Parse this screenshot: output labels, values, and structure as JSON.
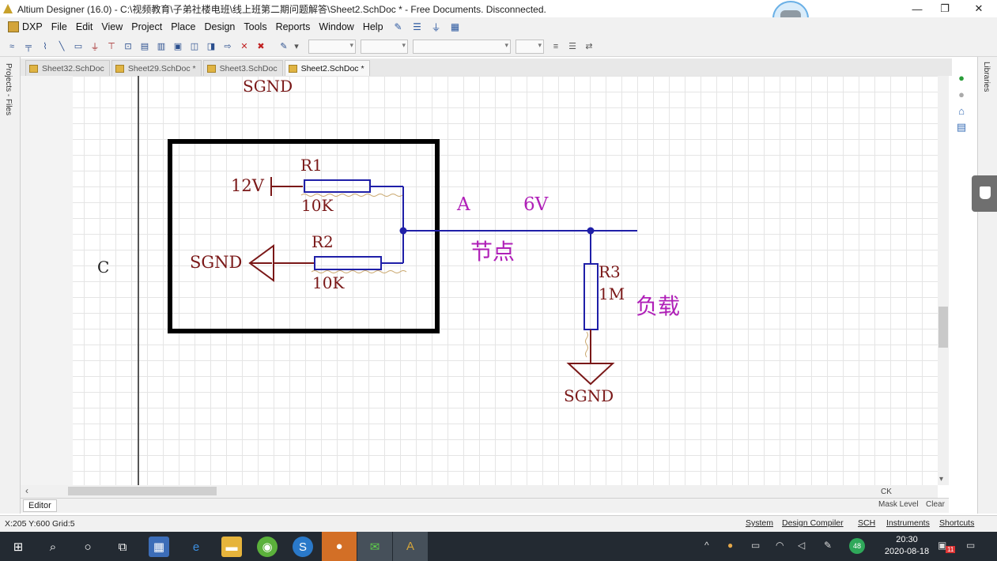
{
  "window": {
    "title": "Altium Designer (16.0) - C:\\视频教育\\子弟社楼电班\\线上班第二期问题解答\\Sheet2.SchDoc * - Free Documents. Disconnected.",
    "minimize": "—",
    "maximize": "❐",
    "close": "✕"
  },
  "menu": {
    "items": [
      "DXP",
      "File",
      "Edit",
      "View",
      "Project",
      "Place",
      "Design",
      "Tools",
      "Reports",
      "Window",
      "Help"
    ]
  },
  "left_panel": {
    "label": "Projects - Files"
  },
  "right_panel": {
    "label": "Libraries"
  },
  "tabs": [
    {
      "label": "Sheet32.SchDoc",
      "active": false
    },
    {
      "label": "Sheet29.SchDoc *",
      "active": false
    },
    {
      "label": "Sheet3.SchDoc",
      "active": false
    },
    {
      "label": "Sheet2.SchDoc *",
      "active": true
    }
  ],
  "schematic": {
    "zone_label": "C",
    "top_net_label": "SGND",
    "r1": {
      "designator": "R1",
      "value": "10K"
    },
    "r2": {
      "designator": "R2",
      "value": "10K"
    },
    "r3": {
      "designator": "R3",
      "value": "1M"
    },
    "power_12v": "12V",
    "gnd_left": "SGND",
    "gnd_bottom": "SGND",
    "node_letter": "A",
    "node_voltage": "6V",
    "node_label": "节点",
    "load_label": "负载",
    "colors": {
      "part": "#7a1818",
      "wire": "#1f1fa8",
      "annotation": "#b020b8",
      "box": "#000000"
    }
  },
  "editor": {
    "tab": "Editor",
    "ck": "CK",
    "mask_level": "Mask Level",
    "clear": "Clear"
  },
  "status": {
    "coords": "X:205 Y:600",
    "grid": "Grid:5",
    "buttons": [
      "System",
      "Design Compiler",
      "SCH",
      "Instruments",
      "Shortcuts"
    ]
  },
  "taskbar": {
    "time": "20:30",
    "date": "2020-08-18",
    "badge": "48",
    "notify_count": "11"
  }
}
